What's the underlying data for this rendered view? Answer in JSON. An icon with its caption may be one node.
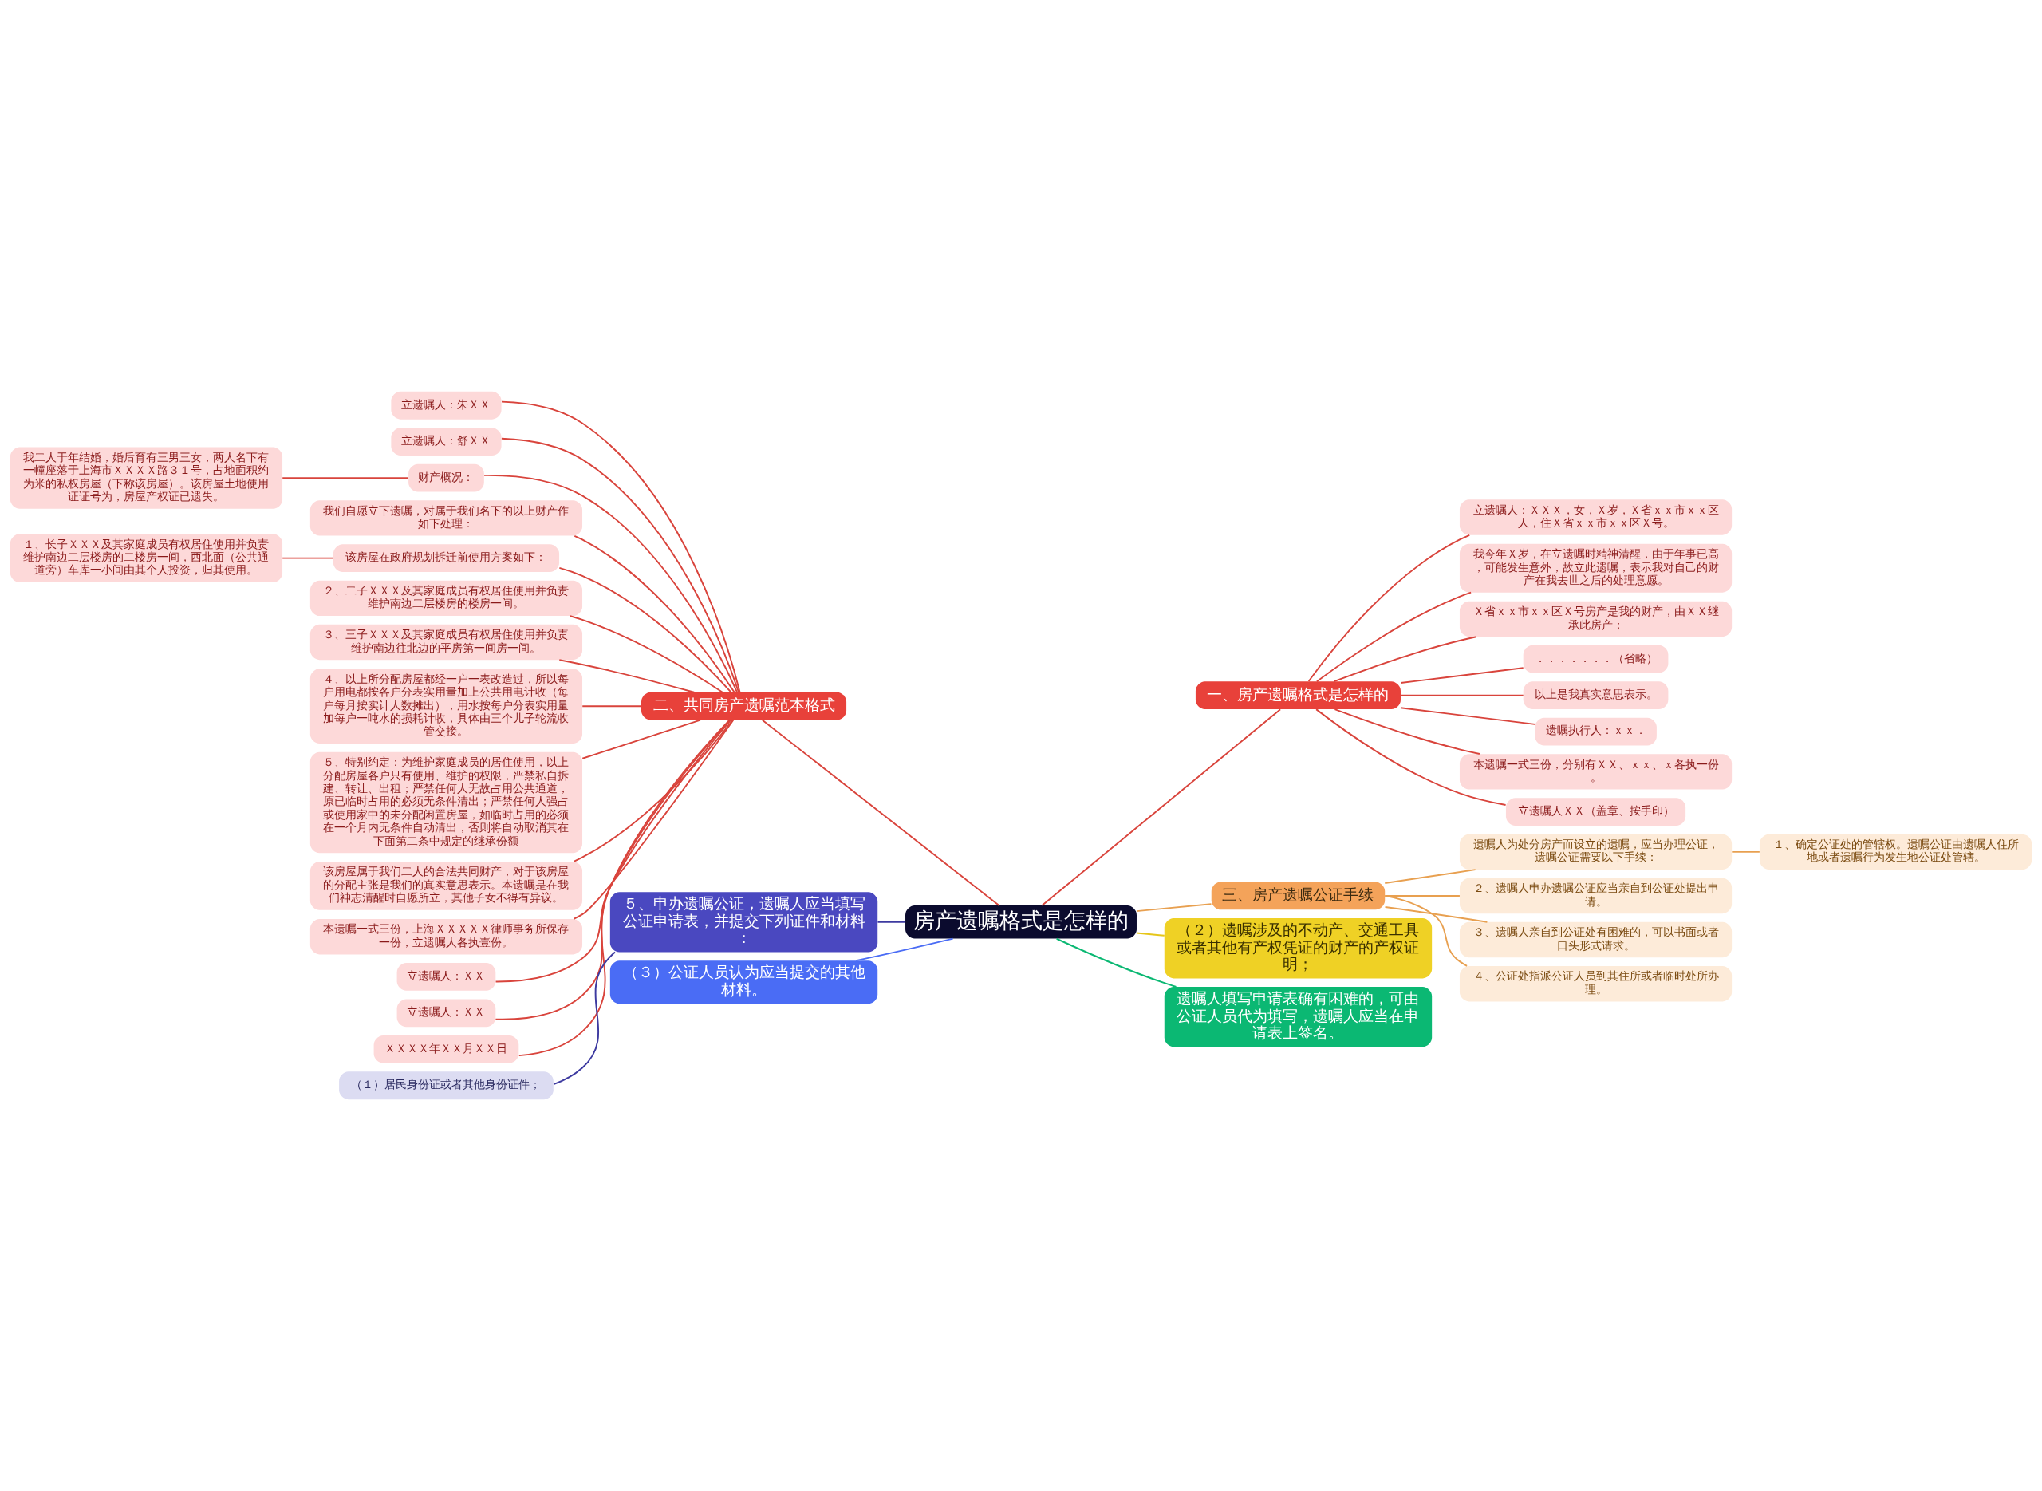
{
  "diagram": {
    "nodes": [
      {
        "text": [
          "房产遗嘱格式是怎样的"
        ]
      },
      {
        "text": [
          "二、共同房产遗嘱范本格式"
        ]
      },
      {
        "text": [
          "立遗嘱人：朱ＸＸ"
        ]
      },
      {
        "text": [
          "立遗嘱人：舒ＸＸ"
        ]
      },
      {
        "text": [
          "财产概况："
        ]
      },
      {
        "text": [
          "我二人于年结婚，婚后育有三男三女，两人名下有一幢座落于上海市ＸＸＸＸ路３１号，占地面积约为米的私权房屋（下称该房屋）。该房屋土地使用证证号为，房屋产权证已遗失。"
        ]
      },
      {
        "text": [
          "我们自愿立下遗嘱，对属于我们名下的以上财产作如下处理："
        ]
      },
      {
        "text": [
          "该房屋在政府规划拆迁前使用方案如下："
        ]
      },
      {
        "text": [
          "１、长子ＸＸＸ及其家庭成员有权居住使用并负责维护南边二层楼房的二楼房一间，西北面（公共通道旁）车库一小间由其个人投资，归其使用。"
        ]
      },
      {
        "text": [
          "２、二子ＸＸＸ及其家庭成员有权居住使用并负责维护南边二层楼房的楼房一间。"
        ]
      },
      {
        "text": [
          "３、三子ＸＸＸ及其家庭成员有权居住使用并负责维护南边往北边的平房第一间房一间。"
        ]
      },
      {
        "text": [
          "４、以上所分配房屋都经一户一表改造过，所以每户用电都按各户分表实用量加上公共用电计收（每户每月按实计人数摊出），用水按每户分表实用量加每户一吨水的损耗计收，具体由三个儿子轮流收管交接。"
        ]
      },
      {
        "text": [
          "５、特别约定：为维护家庭成员的居住使用，以上分配房屋各户只有使用、维护的权限，严禁私自拆建、转让、出租；严禁任何人无故占用公共通道，原已临时占用的必须无条件清出；严禁任何人强占或使用家中的未分配闲置房屋，如临时占用的必须在一个月内无条件自动清出，否则将自动取消其在下面第二条中规定的继承份额"
        ]
      },
      {
        "text": [
          "该房屋属于我们二人的合法共同财产，对于该房屋的分配主张是我们的真实意思表示。本遗嘱是在我们神志清醒时自愿所立，其他子女不得有异议。"
        ]
      },
      {
        "text": [
          "本遗嘱一式三份，上海ＸＸＸＸＸ律师事务所保存一份，立遗嘱人各执壹份。"
        ]
      },
      {
        "text": [
          "立遗嘱人：ＸＸ"
        ]
      },
      {
        "text": [
          "立遗嘱人：ＸＸ"
        ]
      },
      {
        "text": [
          "ＸＸＸＸ年ＸＸ月ＸＸ日"
        ]
      },
      {
        "text": [
          "一、房产遗嘱格式是怎样的"
        ]
      },
      {
        "text": [
          "立遗嘱人：ＸＸＸ，女，Ｘ岁，Ｘ省ｘｘ市ｘｘ区人，住Ｘ省ｘｘ市ｘｘ区Ｘ号。"
        ]
      },
      {
        "text": [
          "我今年Ｘ岁，在立遗嘱时精神清醒，由于年事已高，可能发生意外，故立此遗嘱，表示我对自己的财产在我去世之后的处理意愿。"
        ]
      },
      {
        "text": [
          "Ｘ省ｘｘ市ｘｘ区Ｘ号房产是我的财产，由ＸＸ继承此房产；"
        ]
      },
      {
        "text": [
          "．．．．．．．（省略）"
        ]
      },
      {
        "text": [
          "以上是我真实意思表示。"
        ]
      },
      {
        "text": [
          "遗嘱执行人：ｘｘ．"
        ]
      },
      {
        "text": [
          "本遗嘱一式三份，分别有ＸＸ、ｘｘ、ｘ各执一份。"
        ]
      },
      {
        "text": [
          "立遗嘱人ＸＸ（盖章、按手印）"
        ]
      },
      {
        "text": [
          "三、房产遗嘱公证手续"
        ]
      },
      {
        "text": [
          "遗嘱人为处分房产而设立的遗嘱，应当办理公证，遗嘱公证需要以下手续："
        ]
      },
      {
        "text": [
          "１、确定公证处的管辖权。遗嘱公证由遗嘱人住所地或者遗嘱行为发生地公证处管辖。"
        ]
      },
      {
        "text": [
          "２、遗嘱人申办遗嘱公证应当亲自到公证处提出申请。"
        ]
      },
      {
        "text": [
          "３、遗嘱人亲自到公证处有困难的，可以书面或者口头形式请求。"
        ]
      },
      {
        "text": [
          "４、公证处指派公证人员到其住所或者临时处所办理。"
        ]
      },
      {
        "text": [
          "（２）遗嘱涉及的不动产、交通工具或者其他有产权凭证的财产的产权证明；"
        ]
      },
      {
        "text": [
          "遗嘱人填写申请表确有困难的，可由公证人员代为填写，遗嘱人应当在申请表上签名。"
        ]
      },
      {
        "text": [
          "５、申办遗嘱公证，遗嘱人应当填写公证申请表，并提交下列证件和材料："
        ]
      },
      {
        "text": [
          "（１）居民身份证或者其他身份证件；"
        ]
      },
      {
        "text": [
          "（３）公证人员认为应当提交的其他材料。"
        ]
      }
    ],
    "edges": [
      {
        "from": 0,
        "to": 1,
        "arrow": "none"
      },
      {
        "from": 1,
        "to": 2,
        "arrow": "none"
      },
      {
        "from": 1,
        "to": 3,
        "arrow": "none"
      },
      {
        "from": 1,
        "to": 4,
        "arrow": "none"
      },
      {
        "from": 4,
        "to": 5,
        "arrow": "none"
      },
      {
        "from": 1,
        "to": 6,
        "arrow": "none"
      },
      {
        "from": 1,
        "to": 7,
        "arrow": "none"
      },
      {
        "from": 7,
        "to": 8,
        "arrow": "none"
      },
      {
        "from": 1,
        "to": 9,
        "arrow": "none"
      },
      {
        "from": 1,
        "to": 10,
        "arrow": "none"
      },
      {
        "from": 1,
        "to": 11,
        "arrow": "none"
      },
      {
        "from": 1,
        "to": 12,
        "arrow": "none"
      },
      {
        "from": 1,
        "to": 13,
        "arrow": "none"
      },
      {
        "from": 1,
        "to": 14,
        "arrow": "none"
      },
      {
        "from": 1,
        "to": 15,
        "arrow": "none"
      },
      {
        "from": 1,
        "to": 16,
        "arrow": "none"
      },
      {
        "from": 1,
        "to": 17,
        "arrow": "none"
      },
      {
        "from": 0,
        "to": 18,
        "arrow": "none"
      },
      {
        "from": 18,
        "to": 19,
        "arrow": "none"
      },
      {
        "from": 18,
        "to": 20,
        "arrow": "none"
      },
      {
        "from": 18,
        "to": 21,
        "arrow": "none"
      },
      {
        "from": 18,
        "to": 22,
        "arrow": "none"
      },
      {
        "from": 18,
        "to": 23,
        "arrow": "none"
      },
      {
        "from": 18,
        "to": 24,
        "arrow": "none"
      },
      {
        "from": 18,
        "to": 25,
        "arrow": "none"
      },
      {
        "from": 18,
        "to": 26,
        "arrow": "none"
      },
      {
        "from": 0,
        "to": 27,
        "arrow": "none",
        "color": "#e8a050"
      },
      {
        "from": 27,
        "to": 28,
        "arrow": "none",
        "color": "#e8a050"
      },
      {
        "from": 28,
        "to": 29,
        "arrow": "none",
        "color": "#e8a050"
      },
      {
        "from": 27,
        "to": 30,
        "arrow": "none",
        "color": "#e8a050"
      },
      {
        "from": 27,
        "to": 31,
        "arrow": "none",
        "color": "#e8a050"
      },
      {
        "from": 27,
        "to": 32,
        "arrow": "none",
        "color": "#e8a050"
      },
      {
        "from": 0,
        "to": 33,
        "arrow": "none",
        "color": "#e6c619"
      },
      {
        "from": 0,
        "to": 34,
        "arrow": "none",
        "color": "#0bb873"
      },
      {
        "from": 0,
        "to": 35,
        "arrow": "none",
        "color": "#3d3aa0"
      },
      {
        "from": 35,
        "to": 36,
        "arrow": "none",
        "color": "#3d3aa0"
      },
      {
        "from": 0,
        "to": 37,
        "arrow": "none",
        "color": "#4a6cf5"
      }
    ]
  }
}
